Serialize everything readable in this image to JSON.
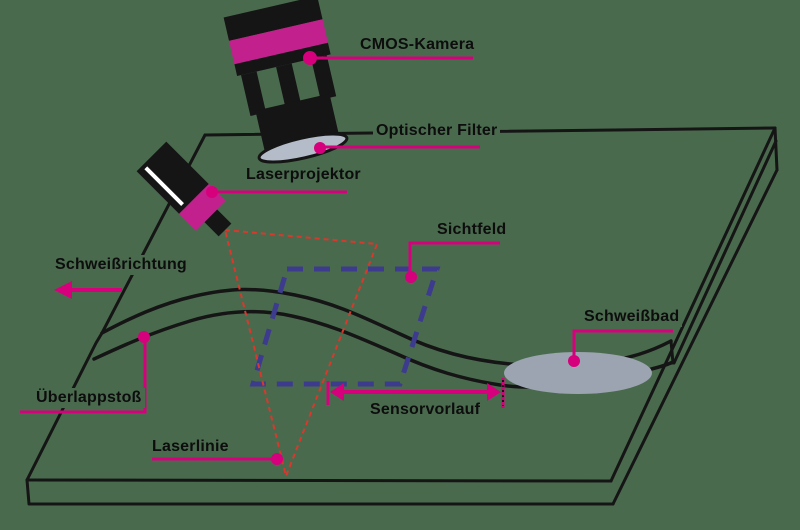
{
  "diagram": {
    "title": "Laser triangulation weld-seam sensing schematic",
    "language": "de"
  },
  "labels": {
    "cmos": "CMOS-Kamera",
    "filter": "Optischer Filter",
    "projector": "Laserprojektor",
    "fov": "Sichtfeld",
    "direction": "Schweißrichtung",
    "pool": "Schweißbad",
    "joint": "Überlappstoß",
    "laserline": "Laserlinie",
    "lead": "Sensorvorlauf"
  },
  "colors": {
    "background": "#4a6a4e",
    "line_black": "#151515",
    "accent_magenta": "#d6007d",
    "device_magenta": "#c2208d",
    "laser_red": "#d9382c",
    "fov_blue": "#3d3b8e",
    "weld_pool_gray": "#9ba4b0",
    "filter_glass": "#b3bcc8",
    "text": "#0d0d0d"
  }
}
